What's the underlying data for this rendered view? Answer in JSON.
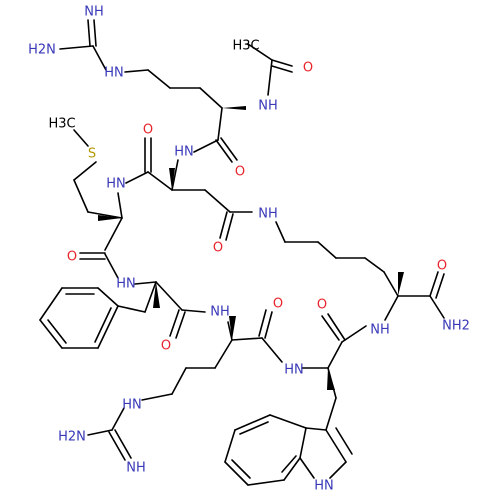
{
  "molecule": {
    "colors": {
      "bond": "#000000",
      "nitrogen": "#3838b8",
      "oxygen": "#e8242c",
      "sulfur": "#b39a00",
      "carbon": "#000000"
    },
    "labels": {
      "guan1_imine": "NH",
      "guan1_amine": "H2N",
      "guan1_link": "HN",
      "acetyl_methyl": "H3C",
      "acetyl_o": "O",
      "arg1_nh": "NH",
      "arg1_co_o": "O",
      "asp_nh": "HN",
      "met_s": "S",
      "met_methyl": "H3C",
      "met_nh": "HN",
      "asp_alpha_o": "O",
      "asp_side_o": "O",
      "lys_side_nh": "NH",
      "met_co_o": "O",
      "phe_nh": "HN",
      "phe_co_o": "O",
      "arg2_nh": "NH",
      "arg2_co_o": "O",
      "lys_amide_o": "O",
      "lys_amide_n": "NH2",
      "lys_nh": "NH",
      "trp_co_o": "O",
      "trp_nh": "HN",
      "guan2_link": "HN",
      "guan2_amine": "H2N",
      "guan2_imine": "NH",
      "indole_nh": "HN"
    }
  }
}
